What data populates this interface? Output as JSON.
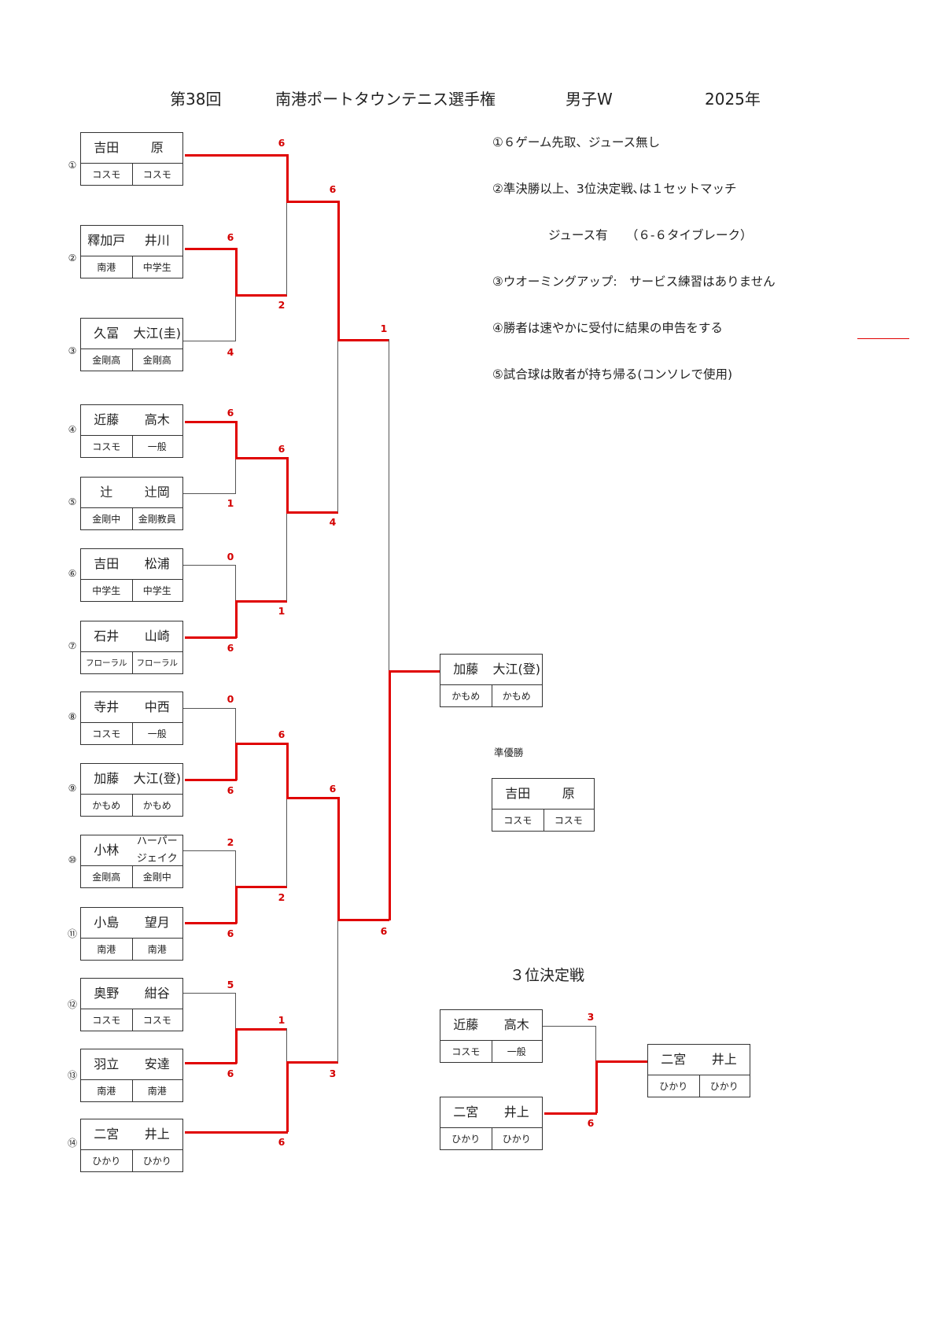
{
  "header": {
    "edition": "第38回",
    "tournament": "南港ポートタウンテニス選手権",
    "category": "男子W",
    "year": "2025年"
  },
  "rules": [
    "①６ゲーム先取、ジュース無し",
    "②準決勝以上、3位決定戦､は１セットマッチ",
    "ジュース有　　（６-６タイブレーク）",
    "③ウオーミングアップ:　サービス練習はありません",
    "④勝者は速やかに受付に結果の申告をする",
    "⑤試合球は敗者が持ち帰る(コンソレで使用)"
  ],
  "seeds": [
    "①",
    "②",
    "③",
    "④",
    "⑤",
    "⑥",
    "⑦",
    "⑧",
    "⑨",
    "⑩",
    "⑪",
    "⑫",
    "⑬",
    "⑭"
  ],
  "teams": [
    {
      "p1": "吉田",
      "p2": "原",
      "c1": "コスモ",
      "c2": "コスモ"
    },
    {
      "p1": "釋加戸",
      "p2": "井川",
      "c1": "南港",
      "c2": "中学生"
    },
    {
      "p1": "久冨",
      "p2": "大江(圭)",
      "c1": "金剛高",
      "c2": "金剛高"
    },
    {
      "p1": "近藤",
      "p2": "高木",
      "c1": "コスモ",
      "c2": "一般"
    },
    {
      "p1": "辻",
      "p2": "辻岡",
      "c1": "金剛中",
      "c2": "金剛教員"
    },
    {
      "p1": "吉田",
      "p2": "松浦",
      "c1": "中学生",
      "c2": "中学生"
    },
    {
      "p1": "石井",
      "p2": "山崎",
      "c1": "フローラル",
      "c2": "フローラル"
    },
    {
      "p1": "寺井",
      "p2": "中西",
      "c1": "コスモ",
      "c2": "一般"
    },
    {
      "p1": "加藤",
      "p2": "大江(登)",
      "c1": "かもめ",
      "c2": "かもめ"
    },
    {
      "p1": "小林",
      "p2": "ハーパー ジェイク",
      "c1": "金剛高",
      "c2": "金剛中"
    },
    {
      "p1": "小島",
      "p2": "望月",
      "c1": "南港",
      "c2": "南港"
    },
    {
      "p1": "奥野",
      "p2": "紺谷",
      "c1": "コスモ",
      "c2": "コスモ"
    },
    {
      "p1": "羽立",
      "p2": "安達",
      "c1": "南港",
      "c2": "南港"
    },
    {
      "p1": "二宮",
      "p2": "井上",
      "c1": "ひかり",
      "c2": "ひかり"
    }
  ],
  "scores": {
    "r1_2": "6",
    "r1_3": "4",
    "r1_4": "6",
    "r1_5": "1",
    "r1_6": "0",
    "r1_7": "6",
    "r1_8": "0",
    "r1_9": "6",
    "r1_10": "2",
    "r1_11": "6",
    "r1_12": "5",
    "r1_13": "6",
    "r2_1": "6",
    "r2_23": "2",
    "r2_45": "6",
    "r2_67": "1",
    "r2_89": "6",
    "r2_1011": "2",
    "r2_1213": "1",
    "r2_14": "6",
    "qf_top": "6",
    "qf_top2": "4",
    "qf_bot1": "6",
    "qf_bot2": "3",
    "sf_top": "1",
    "sf_bot": "6",
    "third_a": "3",
    "third_b": "6"
  },
  "champion": {
    "p1": "加藤",
    "p2": "大江(登)",
    "c1": "かもめ",
    "c2": "かもめ"
  },
  "runner_up_label": "準優勝",
  "runner_up": {
    "p1": "吉田",
    "p2": "原",
    "c1": "コスモ",
    "c2": "コスモ"
  },
  "third_place_label": "３位決定戦",
  "third_a": {
    "p1": "近藤",
    "p2": "高木",
    "c1": "コスモ",
    "c2": "一般"
  },
  "third_b": {
    "p1": "二宮",
    "p2": "井上",
    "c1": "ひかり",
    "c2": "ひかり"
  },
  "third_winner": {
    "p1": "二宮",
    "p2": "井上",
    "c1": "ひかり",
    "c2": "ひかり"
  },
  "colors": {
    "winner_line": "#e00000",
    "score": "#d40000",
    "line": "#555555"
  }
}
